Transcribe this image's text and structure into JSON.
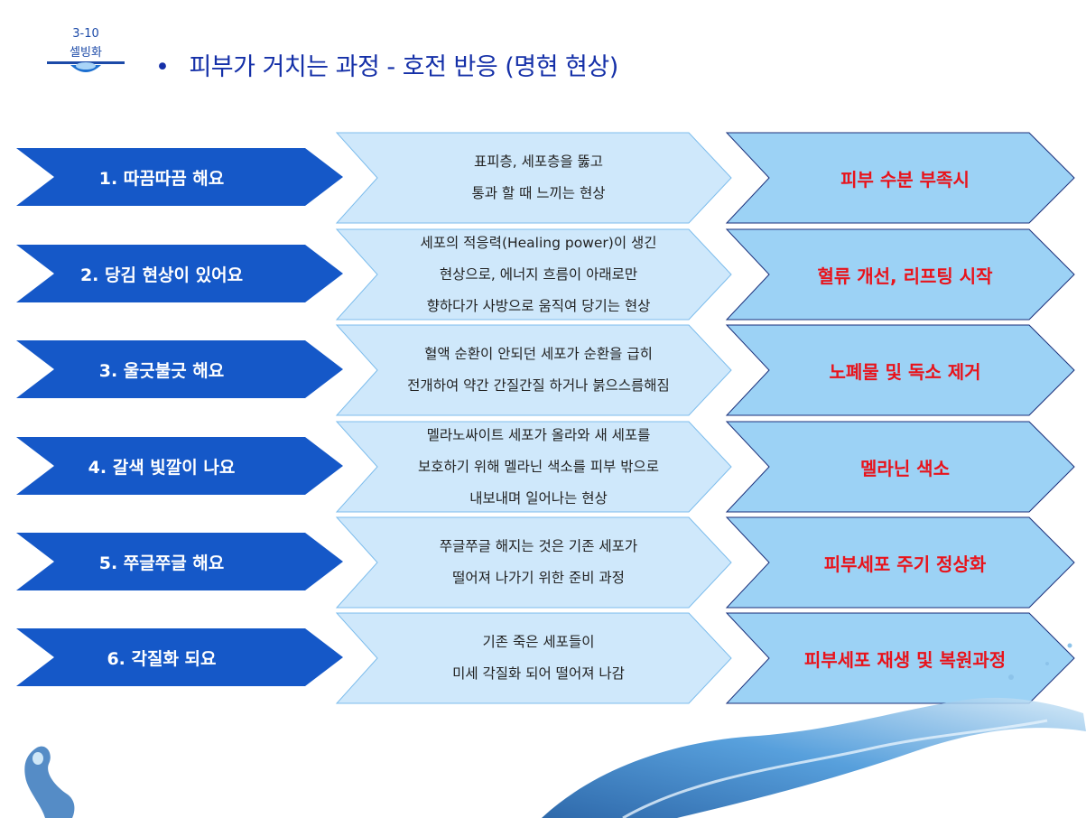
{
  "logo": {
    "number": "3-10",
    "name": "셀빙화"
  },
  "title": {
    "bullet": "•",
    "text": "피부가 거치는 과정 - 호전 반응 (명현 현상)"
  },
  "rows": [
    {
      "label": "1. 따끔따끔 해요",
      "desc": [
        "표피층, 세포층을 뚫고",
        "통과 할 때 느끼는 현상"
      ],
      "result": "피부 수분 부족시"
    },
    {
      "label": "2. 당김 현상이 있어요",
      "desc": [
        "세포의 적응력(Healing power)이 생긴",
        "현상으로, 에너지 흐름이 아래로만",
        "향하다가 사방으로 움직여 당기는 현상"
      ],
      "result": "혈류 개선, 리프팅 시작"
    },
    {
      "label": "3. 울긋불긋 해요",
      "desc": [
        "혈액 순환이 안되던 세포가 순환을 급히",
        "전개하여 약간 간질간질 하거나 붉으스름해짐"
      ],
      "result": "노폐물 및 독소 제거"
    },
    {
      "label": "4. 갈색 빛깔이 나요",
      "desc": [
        "멜라노싸이트 세포가 올라와 새 세포를",
        "보호하기 위해 멜라닌 색소를 피부 밖으로",
        "내보내며 일어나는 현상"
      ],
      "result": "멜라닌 색소"
    },
    {
      "label": "5. 쭈글쭈글 해요",
      "desc": [
        "쭈글쭈글 해지는 것은 기존 세포가",
        "떨어져 나가기 위한 준비 과정"
      ],
      "result": "피부세포 주기 정상화"
    },
    {
      "label": "6. 각질화 되요",
      "desc": [
        "기존 죽은 세포들이",
        "미세 각질화 되어 떨어져 나감"
      ],
      "result": "피부세포 재생 및 복원과정"
    }
  ],
  "colors": {
    "label_fill": "#1558c8",
    "desc_fill": "#cfe8fb",
    "desc_stroke": "#7cbcec",
    "result_fill": "#9cd2f5",
    "result_stroke": "#1a2f7a",
    "title": "#1530a8",
    "result_text": "#e8131b"
  }
}
